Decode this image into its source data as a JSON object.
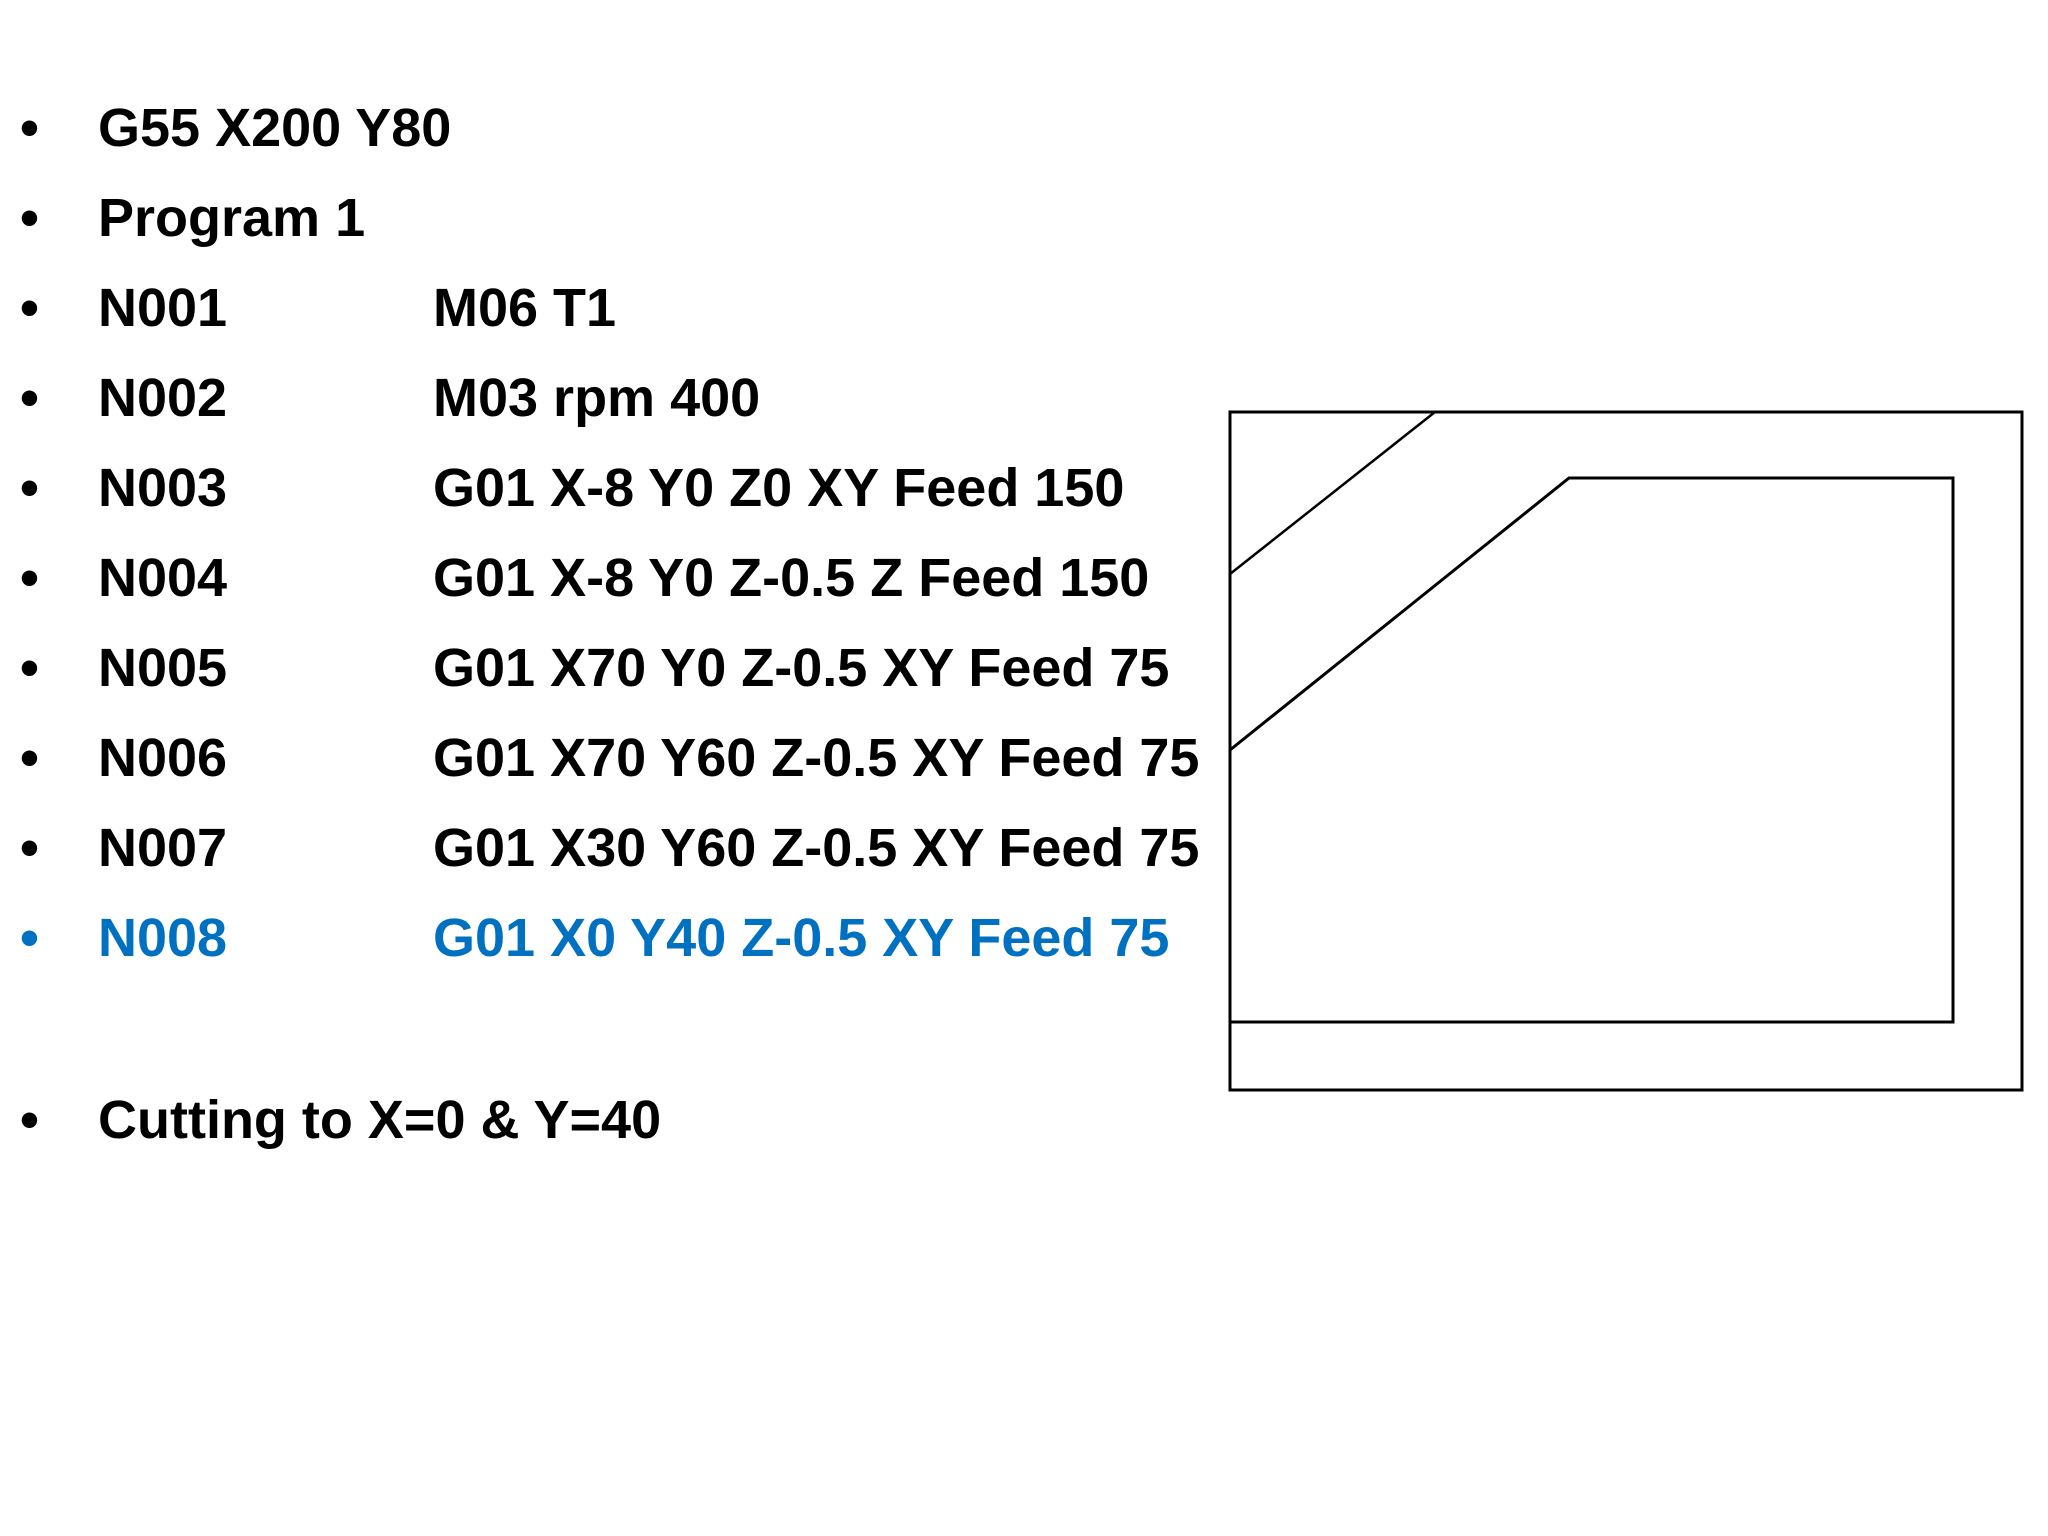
{
  "colors": {
    "text": "#000000",
    "highlight": "#0070c0",
    "line": "#000000",
    "background": "#ffffff"
  },
  "bullet_glyph": "•",
  "intro": [
    {
      "text": "G55 X200 Y80"
    },
    {
      "text": "Program 1"
    }
  ],
  "program": [
    {
      "block": "N001",
      "command": "M06 T1"
    },
    {
      "block": "N002",
      "command": "M03 rpm 400"
    },
    {
      "block": "N003",
      "command": "G01 X-8 Y0 Z0 XY Feed 150"
    },
    {
      "block": "N004",
      "command": "G01 X-8 Y0 Z-0.5 Z Feed 150"
    },
    {
      "block": "N005",
      "command": "G01 X70 Y0 Z-0.5 XY Feed 75"
    },
    {
      "block": "N006",
      "command": "G01 X70 Y60 Z-0.5 XY Feed 75"
    },
    {
      "block": "N007",
      "command": "G01 X30 Y60 Z-0.5 XY Feed 75"
    },
    {
      "block": "N008",
      "command": "G01 X0 Y40 Z-0.5 XY Feed 75",
      "highlighted": true
    }
  ],
  "summary": {
    "text": "Cutting to X=0 & Y=40"
  }
}
